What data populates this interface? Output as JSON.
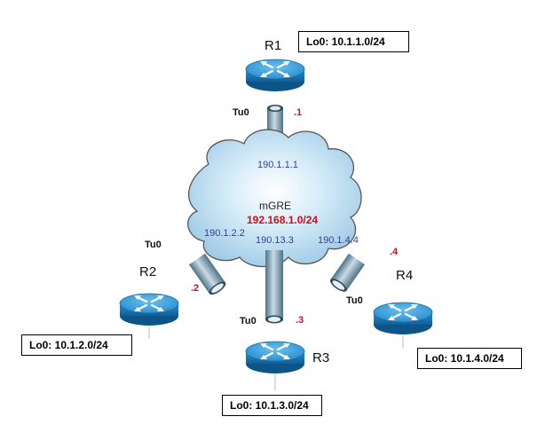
{
  "colors": {
    "router_body": "#1b7fc0",
    "router_top": "#3ea3df",
    "cloud_fill": "#cfe7f6",
    "tunnel": "#6b8ea4",
    "octet": "#c8101e",
    "phys_ip": "#3a3aa8"
  },
  "cloud": {
    "name": "mGRE",
    "network": "192.168.1.0/24",
    "phys_ips": [
      "190.1.1.1",
      "190.1.2.2",
      "190.13.3",
      "190.1.4.4"
    ]
  },
  "routers": [
    {
      "name": "R1",
      "tunnel": "Tu0",
      "octet": ".1",
      "loopback": "Lo0: 10.1.1.0/24"
    },
    {
      "name": "R2",
      "tunnel": "Tu0",
      "octet": ".2",
      "loopback": "Lo0: 10.1.2.0/24"
    },
    {
      "name": "R3",
      "tunnel": "Tu0",
      "octet": ".3",
      "loopback": "Lo0: 10.1.3.0/24"
    },
    {
      "name": "R4",
      "tunnel": "Tu0",
      "octet": ".4",
      "loopback": "Lo0: 10.1.4.0/24"
    }
  ]
}
